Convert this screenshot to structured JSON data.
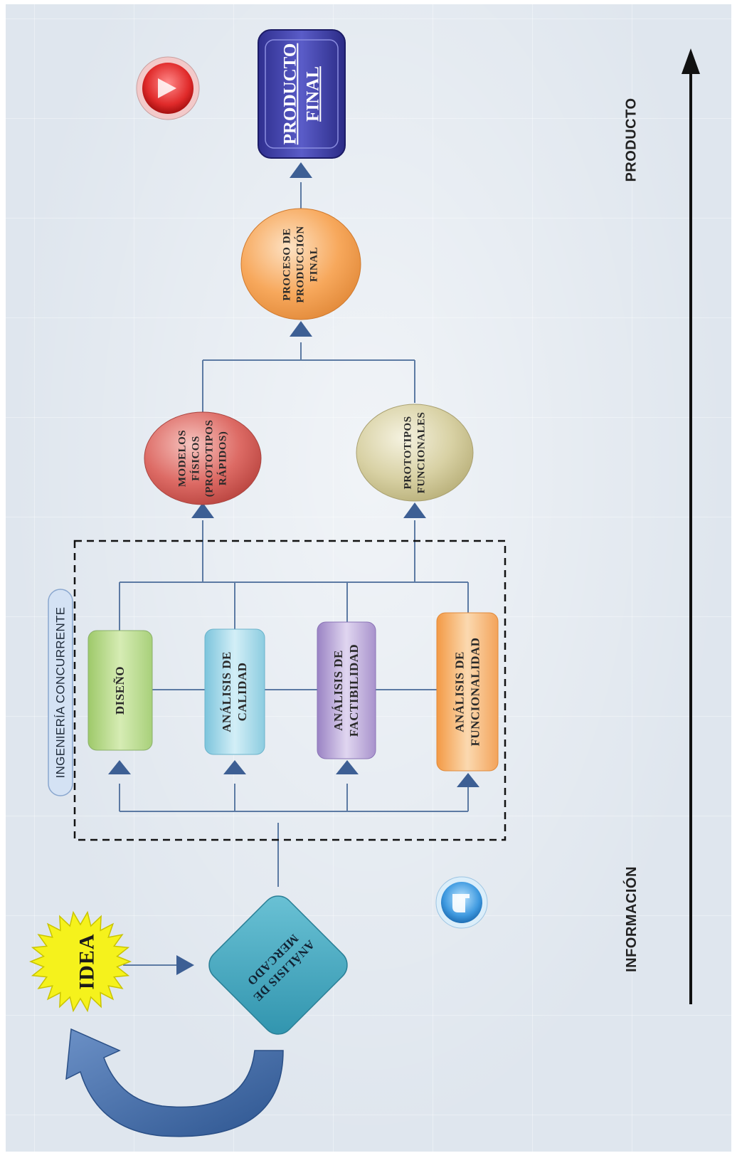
{
  "diagram": {
    "start_node": "IDEA",
    "market_node": "ANÁLISIS DE MERCADO",
    "group_label": "INGENIERÍA CONCURRENTE",
    "parallel_tasks": [
      {
        "line1": "DISEÑO",
        "line2": ""
      },
      {
        "line1": "ANÁLISIS DE",
        "line2": "CALIDAD"
      },
      {
        "line1": "ANÁLISIS DE",
        "line2": "FACTIBILIDAD"
      },
      {
        "line1": "ANÁLISIS DE",
        "line2": "FUNCIONALIDAD"
      }
    ],
    "prototypes": {
      "physical": [
        "MODELOS",
        "FÍSICOS",
        "(PROTOTIPOS",
        "RÁPIDOS)"
      ],
      "functional": [
        "PROTOTIPOS",
        "FUNCIONALES"
      ]
    },
    "production_process": [
      "PROCESO DE",
      "PRODUCCIÓN",
      "FINAL"
    ],
    "final_product": [
      "PRODUCTO",
      "FINAL"
    ],
    "axis": {
      "start_label": "INFORMACIÓN",
      "end_label": "PRODUCTO"
    },
    "colors": {
      "connector": "#4a6a96",
      "arrowhead": "#3d5f94",
      "idea": "#f5f21c",
      "market": "#3fa8c0",
      "task_diseno": "#b8d98a",
      "task_calidad": "#9fd7e8",
      "task_factibilidad": "#b7a3d6",
      "task_funcionalidad": "#f7b66b",
      "physical_models": "#d9615c",
      "functional_prototypes": "#d8d2a6",
      "production": "#f6a85a",
      "final_product": "#3d3fa3",
      "curved_arrow": "#3f6aa6"
    },
    "icons": [
      "red-play-button-icon",
      "pointing-hand-icon"
    ]
  }
}
